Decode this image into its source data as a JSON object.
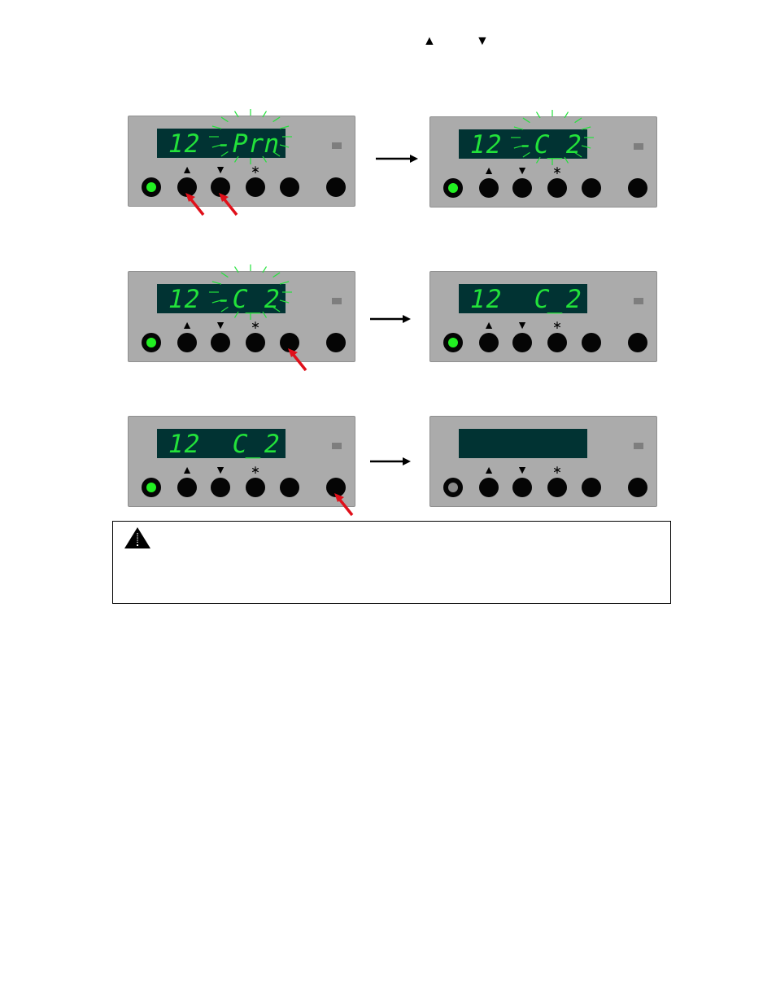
{
  "header": {
    "up_symbol": "▲",
    "down_symbol": "▼"
  },
  "panels": [
    {
      "display": "12 -Prn",
      "led_on": true,
      "blinking": true,
      "pressed": [
        "up",
        "down"
      ]
    },
    {
      "display": "12 -C_2",
      "led_on": true,
      "blinking": true,
      "pressed": []
    },
    {
      "display": "12 -C_2",
      "led_on": true,
      "blinking": true,
      "pressed": [
        "button5"
      ]
    },
    {
      "display": "12  C_2",
      "led_on": true,
      "blinking": false,
      "pressed": []
    },
    {
      "display": "12  C_2",
      "led_on": true,
      "blinking": false,
      "pressed": [
        "button6"
      ]
    },
    {
      "display": "",
      "led_on": false,
      "blinking": false,
      "pressed": []
    }
  ],
  "button_symbols": {
    "up": "▲",
    "down": "▼",
    "star": "∗"
  },
  "warning": {
    "icon": "warning-triangle-icon"
  },
  "colors": {
    "panel": "#ababab",
    "lcd_background": "#013333",
    "segment_green": "#22e23a",
    "press_arrow": "#e0101a"
  }
}
